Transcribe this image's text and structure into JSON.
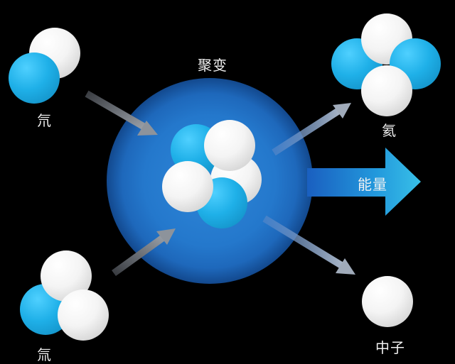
{
  "diagram": {
    "title": "聚变",
    "reactants": [
      {
        "label": "氘",
        "composition": {
          "protons": 1,
          "neutrons": 1
        }
      },
      {
        "label": "氚",
        "composition": {
          "protons": 1,
          "neutrons": 2
        }
      }
    ],
    "products": [
      {
        "label": "氦",
        "composition": {
          "protons": 2,
          "neutrons": 2
        }
      },
      {
        "label": "中子",
        "composition": {
          "protons": 0,
          "neutrons": 1
        }
      }
    ],
    "energy_label": "能量",
    "colors": {
      "background": "#000000",
      "proton": "#1fb0e8",
      "neutron": "#f4f4f4",
      "fusion_glow": "#2478cc",
      "arrow_gray": "#8a8f96",
      "energy_arrow": "#2aa8e0",
      "text": "#f2f2f2"
    }
  }
}
